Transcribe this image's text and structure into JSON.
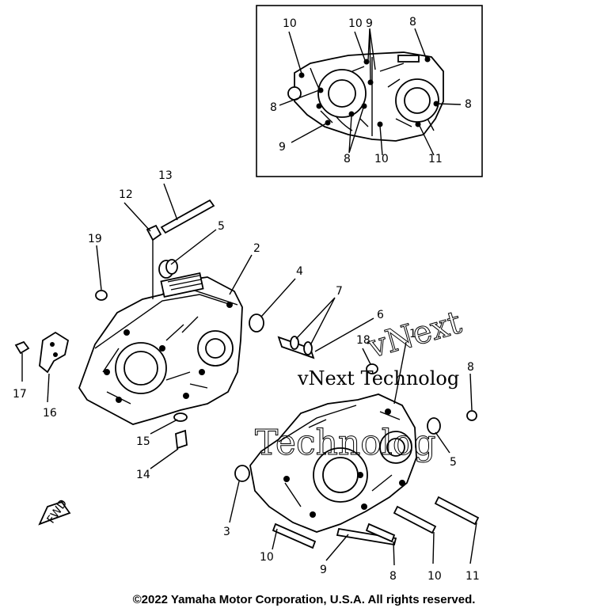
{
  "inset": {
    "labels": [
      "10",
      "10",
      "9",
      "8",
      "8",
      "8",
      "9",
      "8",
      "10",
      "11"
    ]
  },
  "callouts": [
    "13",
    "12",
    "5",
    "19",
    "2",
    "4",
    "7",
    "6",
    "1",
    "18",
    "8",
    "5",
    "17",
    "16",
    "15",
    "14",
    "3",
    "10",
    "9",
    "8",
    "10",
    "11"
  ],
  "fwd_label": "FWD",
  "watermark": {
    "line1": "vNext",
    "line2": "vNext Technolog",
    "line3": "Technolog"
  },
  "copyright": "©2022 Yamaha Motor Corporation, U.S.A. All rights reserved."
}
